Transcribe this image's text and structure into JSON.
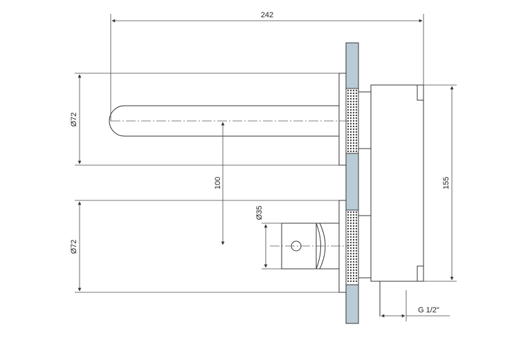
{
  "drawing": {
    "dimensions": {
      "total_length": "242",
      "spout_diameter": "Ø72",
      "handle_diameter": "Ø72",
      "spacing": "100",
      "knob_diameter": "Ø35",
      "box_height": "155",
      "thread": "G 1/2\""
    },
    "colors": {
      "wall": "#b9ccd6",
      "lines": "#333333"
    }
  }
}
